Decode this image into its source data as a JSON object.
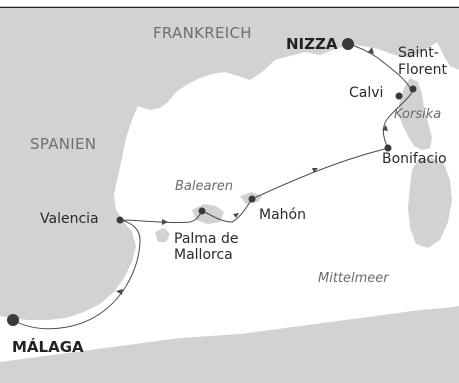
{
  "regions": {
    "france": "FRANKREICH",
    "spain": "SPANIEN"
  },
  "seas": {
    "balearics": "Balearen",
    "corsica": "Korsika",
    "mediterranean": "Mittelmeer"
  },
  "ports": {
    "nice": "NIZZA",
    "saint_florent": "Saint-\nFlorent",
    "calvi": "Calvi",
    "bonifacio": "Bonifacio",
    "mahon": "Mahón",
    "palma": "Palma de\nMallorca",
    "valencia": "Valencia",
    "malaga": "MÁLAGA"
  },
  "colors": {
    "land": "#d2d2d2",
    "water": "#ffffff",
    "route": "#4a4a4a",
    "port_dot": "#3a3a3a"
  }
}
